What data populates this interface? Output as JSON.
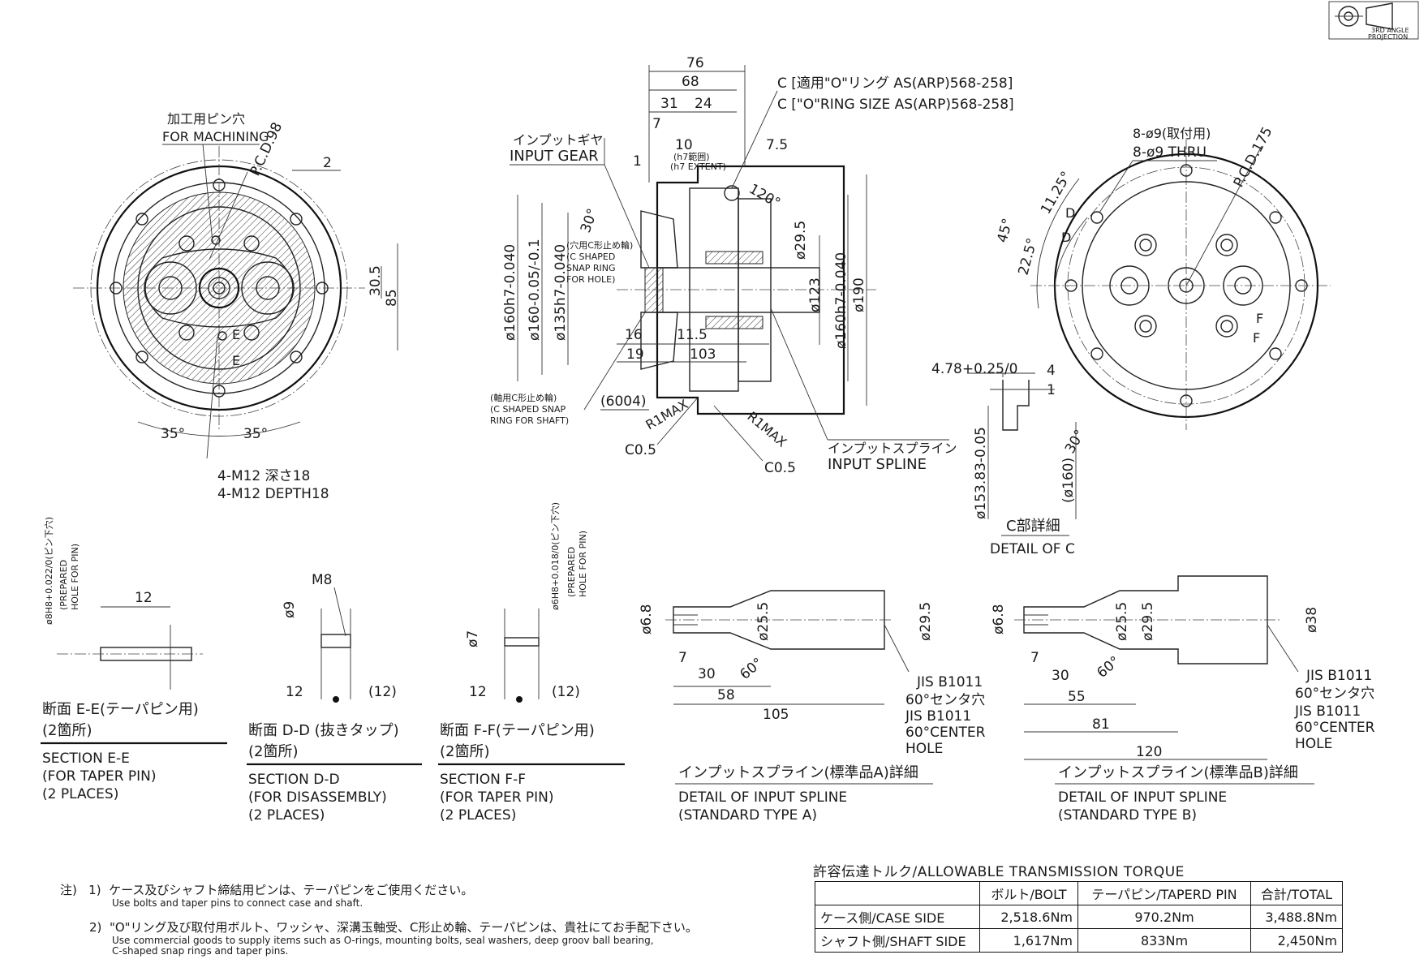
{
  "projection": {
    "line1": "3RD ANGLE",
    "line2": "PROJECTION"
  },
  "front_view": {
    "machining_hole_jp": "加工用ピン穴",
    "machining_hole_en": "FOR MACHINING",
    "pcd": "P.C.D.98",
    "dim_2": "2",
    "dim_30_5": "30.5",
    "dim_85": "85",
    "angle_left": "35°",
    "angle_right": "35°",
    "section_e1": "E",
    "section_e2": "E",
    "tap_jp": "4-M12 深さ18",
    "tap_en": "4-M12 DEPTH18"
  },
  "side_view": {
    "dim_76": "76",
    "dim_68": "68",
    "dim_31": "31",
    "dim_24": "24",
    "dim_7": "7",
    "dim_10": "10",
    "range_jp": "(h7範囲)",
    "range_en": "(h7 EXTENT)",
    "dim_7_5": "7.5",
    "dim_1": "1",
    "oring_jp": "C [適用\"O\"リング AS(ARP)568-258]",
    "oring_en": "C [\"O\"RING SIZE AS(ARP)568-258]",
    "input_gear_jp": "インプットギヤ",
    "input_gear_en": "INPUT GEAR",
    "angle_30": "30°",
    "angle_120": "120°",
    "d160h7": "ø160h7-0.040",
    "d160": "ø160-0.05/-0.1",
    "d135h7": "ø135h7-0.040",
    "d29_5": "ø29.5",
    "d123": "ø123",
    "d160h7_r": "ø160h7-0.040",
    "d190": "ø190",
    "snap_hole_jp": "(穴用C形止め輪)",
    "snap_hole_en1": "(C SHAPED",
    "snap_hole_en2": "SNAP RING",
    "snap_hole_en3": "FOR HOLE)",
    "dim_16": "16",
    "dim_11_5": "11.5",
    "dim_19": "19",
    "dim_103": "103",
    "snap_shaft_jp": "(軸用C形止め輪)",
    "snap_shaft_en1": "(C SHAPED SNAP",
    "snap_shaft_en2": "RING FOR SHAFT)",
    "bearing": "(6004)",
    "r1max_l": "R1MAX",
    "r1max_r": "R1MAX",
    "c05_l": "C0.5",
    "c05_r": "C0.5",
    "spline_jp": "インプットスプライン",
    "spline_en": "INPUT SPLINE"
  },
  "rear_view": {
    "holes_jp": "8-ø9(取付用)",
    "holes_en": "8-ø9 THRU",
    "pcd": "P.C.D.175",
    "angle_45": "45°",
    "angle_22_5": "22.5°",
    "angle_11_25": "11.25°",
    "d1": "D",
    "d2": "D",
    "f1": "F",
    "f2": "F"
  },
  "detail_c": {
    "dim_478": "4.78+0.25/0",
    "dim_4": "4",
    "dim_1": "1",
    "angle_30": "30°",
    "d153": "ø153.83-0.05",
    "d160": "(ø160)",
    "title_jp": "C部詳細",
    "title_en": "DETAIL OF C"
  },
  "section_ee": {
    "prep_hole": "ø8H8+0.022/0(ピン下穴)",
    "prep_en1": "(PREPARED",
    "prep_en2": "HOLE FOR PIN)",
    "dim_12": "12",
    "title_jp": "断面 E-E(テーパピン用)",
    "places_jp": "(2箇所)",
    "en1": "SECTION E-E",
    "en2": "(FOR TAPER PIN)",
    "en3": "(2 PLACES)"
  },
  "section_dd": {
    "m8": "M8",
    "d9": "ø9",
    "dim_12": "12",
    "dim_12p": "(12)",
    "title_jp": "断面 D-D (抜きタップ)",
    "places_jp": "(2箇所)",
    "en1": "SECTION D-D",
    "en2": "(FOR DISASSEMBLY)",
    "en3": "(2 PLACES)"
  },
  "section_ff": {
    "prep_hole": "ø6H8+0.018/0(ピン下穴)",
    "prep_en1": "(PREPARED",
    "prep_en2": "HOLE FOR PIN)",
    "d7": "ø7",
    "dim_12": "12",
    "dim_12p": "(12)",
    "title_jp": "断面 F-F(テーパピン用)",
    "places_jp": "(2箇所)",
    "en1": "SECTION F-F",
    "en2": "(FOR TAPER PIN)",
    "en3": "(2 PLACES)"
  },
  "spline_a": {
    "d6_8": "ø6.8",
    "d25_5": "ø25.5",
    "d29_5": "ø29.5",
    "dim_7": "7",
    "dim_30": "30",
    "angle_60": "60°",
    "dim_58": "58",
    "dim_105": "105",
    "jis": "JIS B1011",
    "center_jp": "60°センタ穴",
    "jis2": "JIS B1011",
    "center_en1": "60°CENTER",
    "center_en2": "HOLE",
    "title_jp": "インプットスプライン(標準品A)詳細",
    "en1": "DETAIL OF INPUT SPLINE",
    "en2": "(STANDARD TYPE A)"
  },
  "spline_b": {
    "d6_8": "ø6.8",
    "d25_5": "ø25.5",
    "d29_5": "ø29.5",
    "d38": "ø38",
    "dim_7": "7",
    "dim_30": "30",
    "angle_60": "60°",
    "dim_55": "55",
    "dim_81": "81",
    "dim_120": "120",
    "jis": "JIS B1011",
    "center_jp": "60°センタ穴",
    "jis2": "JIS B1011",
    "center_en1": "60°CENTER",
    "center_en2": "HOLE",
    "title_jp": "インプットスプライン(標準品B)詳細",
    "en1": "DETAIL OF INPUT SPLINE",
    "en2": "(STANDARD TYPE B)"
  },
  "notes": {
    "prefix": "注)",
    "n1_no": "1)",
    "n1_jp": "ケース及びシャフト締結用ピンは、テーパピンをご使用ください。",
    "n1_en": "Use bolts and taper pins to connect case and shaft.",
    "n2_no": "2)",
    "n2_jp": "\"O\"リング及び取付用ボルト、ワッシャ、深溝玉軸受、C形止め輪、テーパピンは、貴社にてお手配下さい。",
    "n2_en1": "Use commercial goods to supply items such as O-rings, mounting bolts, seal washers, deep groov ball bearing,",
    "n2_en2": "C-shaped snap rings and taper pins."
  },
  "torque_table": {
    "title": "許容伝達トルク/ALLOWABLE TRANSMISSION TORQUE",
    "headers": [
      "",
      "ボルト/BOLT",
      "テーパピン/TAPERD PIN",
      "合計/TOTAL"
    ],
    "rows": [
      {
        "label": "ケース側/CASE SIDE",
        "bolt": "2,518.6Nm",
        "pin": "970.2Nm",
        "total": "3,488.8Nm"
      },
      {
        "label": "シャフト側/SHAFT SIDE",
        "bolt": "1,617Nm",
        "pin": "833Nm",
        "total": "2,450Nm"
      }
    ]
  }
}
